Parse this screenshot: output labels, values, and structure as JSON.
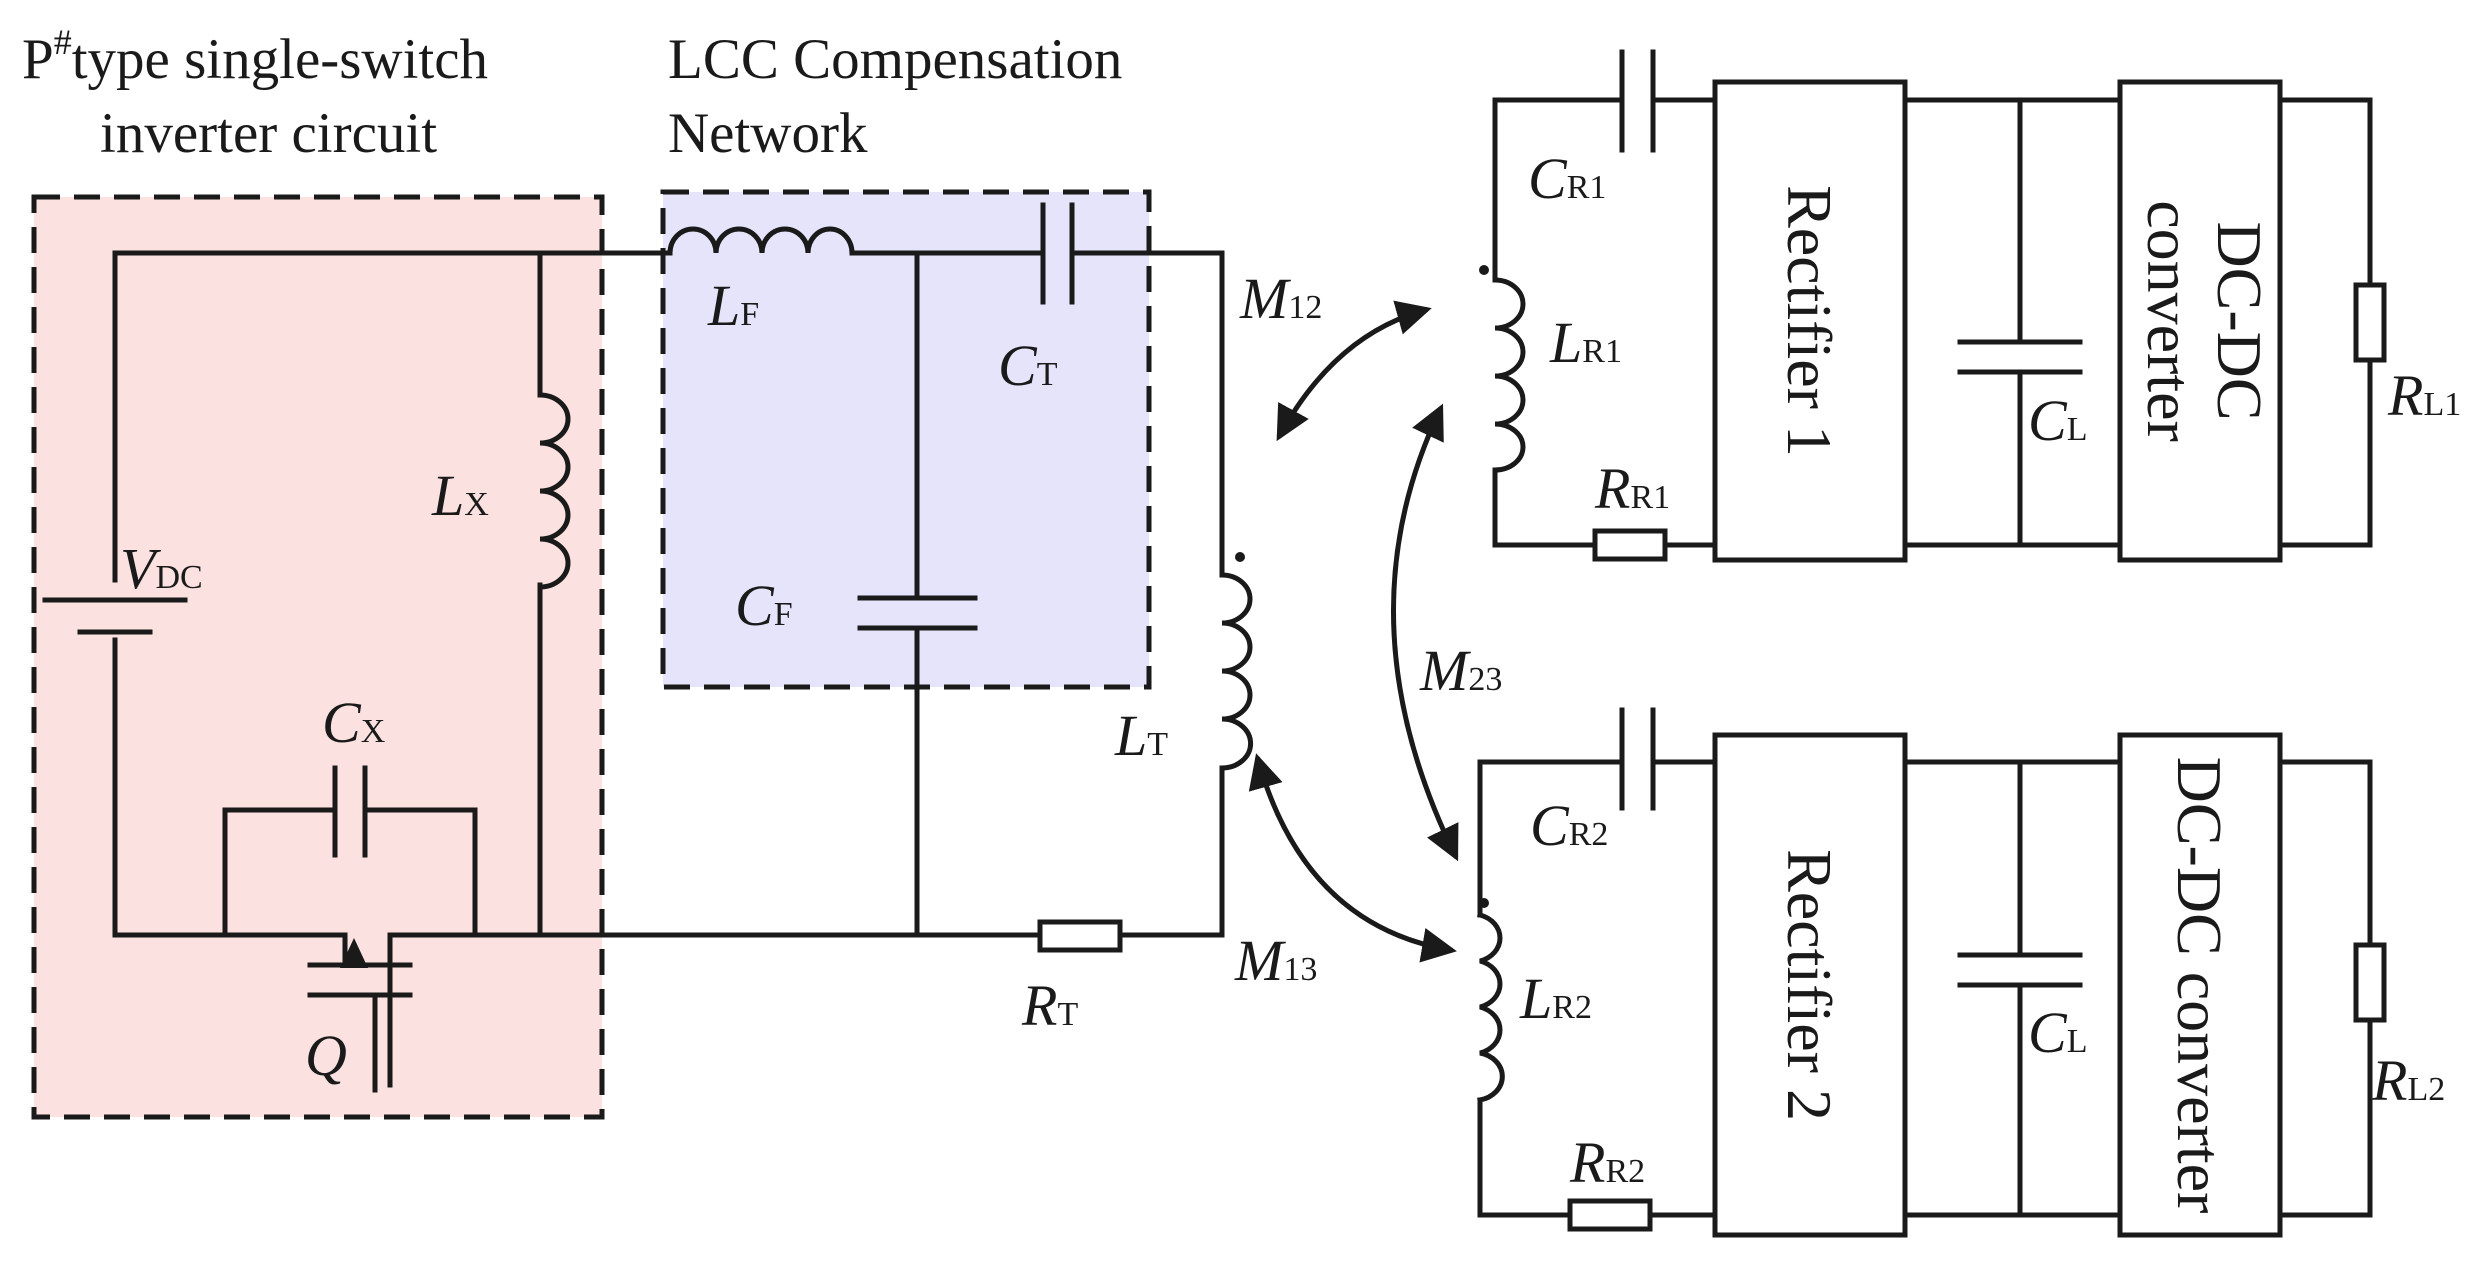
{
  "colors": {
    "inverter_region": "#fbe1e0",
    "lcc_region": "#e6e4fb",
    "wire": "#1a1a1a"
  },
  "titles": {
    "inverter_line1_base": "P",
    "inverter_line1_sup": "#",
    "inverter_line1_rest": "type single-switch",
    "inverter_line2": "inverter circuit",
    "lcc_line1": "LCC Compensation",
    "lcc_line2": "Network"
  },
  "labels": {
    "vdc": {
      "main": "V",
      "sub": "DC"
    },
    "lx": {
      "main": "L",
      "sub": "X"
    },
    "cx": {
      "main": "C",
      "sub": "X"
    },
    "q": {
      "main": "Q"
    },
    "lf": {
      "main": "L",
      "sub": "F"
    },
    "cf": {
      "main": "C",
      "sub": "F"
    },
    "ct": {
      "main": "C",
      "sub": "T"
    },
    "lt": {
      "main": "L",
      "sub": "T"
    },
    "rt": {
      "main": "R",
      "sub": "T"
    },
    "m12": {
      "main": "M",
      "sub": "12"
    },
    "m13": {
      "main": "M",
      "sub": "13"
    },
    "m23": {
      "main": "M",
      "sub": "23"
    },
    "cr1": {
      "main": "C",
      "sub": "R1"
    },
    "lr1": {
      "main": "L",
      "sub": "R1"
    },
    "rr1": {
      "main": "R",
      "sub": "R1"
    },
    "cl1": {
      "main": "C",
      "sub": "L"
    },
    "rl1": {
      "main": "R",
      "sub": "L1"
    },
    "cr2": {
      "main": "C",
      "sub": "R2"
    },
    "lr2": {
      "main": "L",
      "sub": "R2"
    },
    "rr2": {
      "main": "R",
      "sub": "R2"
    },
    "cl2": {
      "main": "C",
      "sub": "L"
    },
    "rl2": {
      "main": "R",
      "sub": "L2"
    }
  },
  "blocks": {
    "rectifier1": "Rectifier 1",
    "dcdc1_line1": "DC-DC",
    "dcdc1_line2": "converter",
    "rectifier2": "Rectifier 2",
    "dcdc2": "DC-DC converter"
  }
}
